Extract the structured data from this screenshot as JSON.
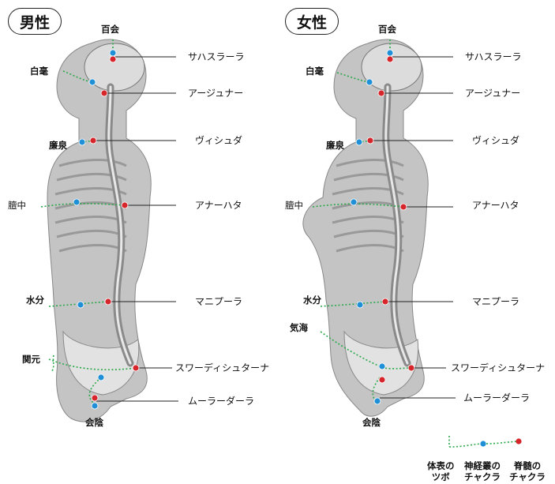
{
  "panels": [
    {
      "gender": "男性",
      "points": [
        "百会",
        "白毫",
        "廉泉",
        "膻中",
        "水分",
        "関元",
        "会陰"
      ],
      "chakras": [
        "サハスラーラ",
        "アージュナー",
        "ヴィシュダ",
        "アナーハタ",
        "マニプーラ",
        "スワーディシュターナ",
        "ムーラーダーラ"
      ]
    },
    {
      "gender": "女性",
      "points": [
        "百会",
        "白毫",
        "廉泉",
        "膻中",
        "水分",
        "気海",
        "会陰"
      ],
      "chakras": [
        "サハスラーラ",
        "アージュナー",
        "ヴィシュダ",
        "アナーハタ",
        "マニプーラ",
        "スワーディシュターナ",
        "ムーラーダーラ"
      ]
    }
  ],
  "legend": {
    "surface": [
      "体表の",
      "ツボ"
    ],
    "nerve": [
      "神経叢の",
      "チャクラ"
    ],
    "spine": [
      "脊髄の",
      "チャクラ"
    ]
  },
  "colors": {
    "nerve_dot": "#1f8fd6",
    "spine_dot": "#d6252b",
    "meridian": "#2aa84a",
    "body": "#c4c4c4",
    "spine": "#8a8a8a"
  }
}
